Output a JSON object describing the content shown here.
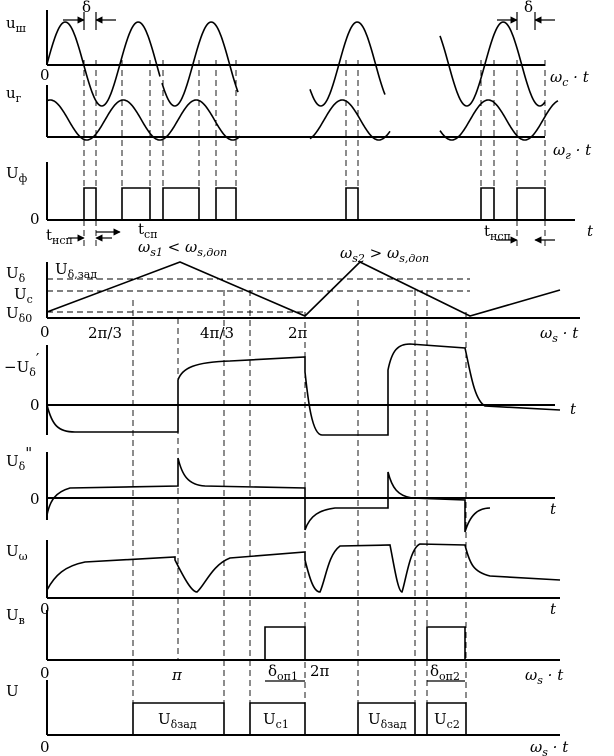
{
  "labels": {
    "u_sh": "u",
    "u_sh_sub": "ш",
    "u_g": "u",
    "u_g_sub": "г",
    "u_phi": "U",
    "u_phi_sub": "ф",
    "delta_top_left": "δ",
    "delta_top_right": "δ",
    "zero_1": "0",
    "zero_phi": "0",
    "omega_c_t": "ω",
    "omega_c_t_sub": "c",
    "omega_c_t_tail": " · t",
    "omega_g_t": "ω",
    "omega_g_t_sub": "г",
    "omega_g_t_tail": " · t",
    "t_phi": "t",
    "t_nsp_left": "t",
    "t_nsp_left_sub": "нсп",
    "t_sp": "t",
    "t_sp_sub": "сп",
    "t_nsp_right": "t",
    "t_nsp_right_sub": "нсп",
    "omega_s1": "ω",
    "omega_s1_sub": "s1",
    "omega_s1_cmp": " < ω",
    "omega_s1_cmp_sub": "s,доп",
    "omega_s2": "ω",
    "omega_s2_sub": "s2",
    "omega_s2_cmp": " > ω",
    "omega_s2_cmp_sub": "s,доп",
    "u_delta": "U",
    "u_delta_sub": "δ",
    "u_delta_zad": "U",
    "u_delta_zad_sub": "δ,зад",
    "u_c": "U",
    "u_c_sub": "c",
    "u_delta0": "U",
    "u_delta0_sub": "δ0",
    "zero_tri": "0",
    "tick_2pi3": "2π/3",
    "tick_4pi3": "4π/3",
    "tick_2pi": "2π",
    "omega_s_t_1": "ω",
    "omega_s_t_1_sub": "s",
    "omega_s_t_1_tail": " · t",
    "minus_u_delta_prime": "−U",
    "minus_u_delta_prime_sub": "δ",
    "minus_u_delta_prime_sup": "′",
    "zero_dp": "0",
    "t_dp": "t",
    "u_delta_dd": "U",
    "u_delta_dd_sub": "δ",
    "u_delta_dd_sup": "\"",
    "zero_dd": "0",
    "t_dd": "t",
    "u_omega": "U",
    "u_omega_sub": "ω",
    "zero_uw": "0",
    "t_uw": "t",
    "u_v": "U",
    "u_v_sub": "в",
    "zero_uv": "0",
    "tick_pi": "π",
    "delta_op1": "δ",
    "delta_op1_sub": "оп1",
    "tick_2pi_b": "2π",
    "delta_op2": "δ",
    "delta_op2_sub": "оп2",
    "omega_s_t_2": "ω",
    "omega_s_t_2_sub": "s",
    "omega_s_t_2_tail": " · t",
    "u_bottom": "U",
    "zero_bottom": "0",
    "u_dzad_1": "U",
    "u_dzad_1_sub": "δзад",
    "u_c1": "U",
    "u_c1_sub": "c1",
    "u_dzad_2": "U",
    "u_dzad_2_sub": "δзад",
    "u_c2": "U",
    "u_c2_sub": "c2",
    "omega_s_t_3": "ω",
    "omega_s_t_3_sub": "s",
    "omega_s_t_3_tail": " · t"
  }
}
